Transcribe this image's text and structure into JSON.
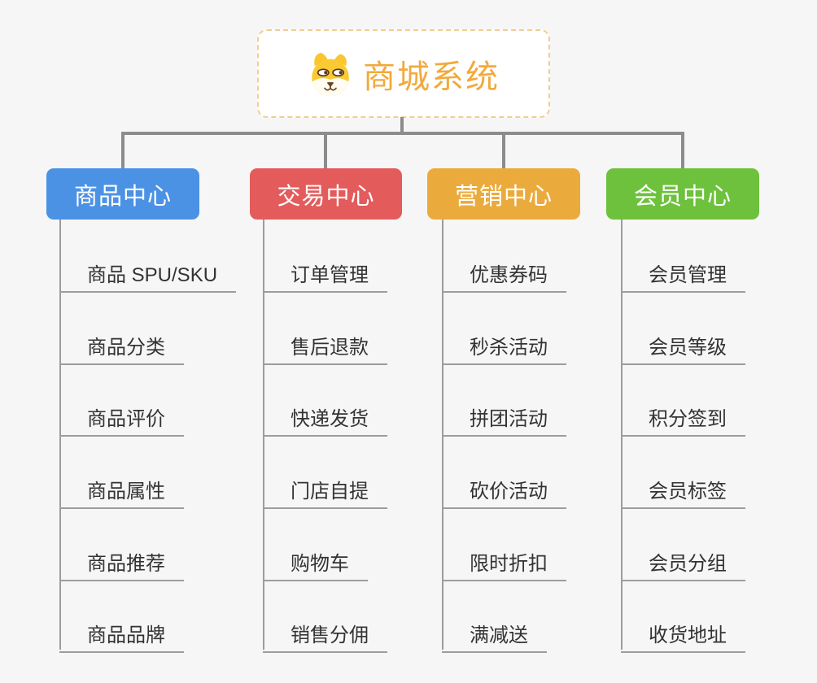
{
  "root": {
    "title": "商城系统",
    "title_color": "#f2a93c",
    "border_color": "#f3cd8e",
    "icon": "dog-face-icon"
  },
  "connector_color": "#8c8c8c",
  "branches": [
    {
      "label": "商品中心",
      "color": "#4b92e5",
      "items": [
        "商品 SPU/SKU",
        "商品分类",
        "商品评价",
        "商品属性",
        "商品推荐",
        "商品品牌"
      ]
    },
    {
      "label": "交易中心",
      "color": "#e45b5b",
      "items": [
        "订单管理",
        "售后退款",
        "快递发货",
        "门店自提",
        "购物车",
        "销售分佣"
      ]
    },
    {
      "label": "营销中心",
      "color": "#ebab3c",
      "items": [
        "优惠券码",
        "秒杀活动",
        "拼团活动",
        "砍价活动",
        "限时折扣",
        "满减送"
      ]
    },
    {
      "label": "会员中心",
      "color": "#6ec13c",
      "items": [
        "会员管理",
        "会员等级",
        "积分签到",
        "会员标签",
        "会员分组",
        "收货地址"
      ]
    }
  ]
}
